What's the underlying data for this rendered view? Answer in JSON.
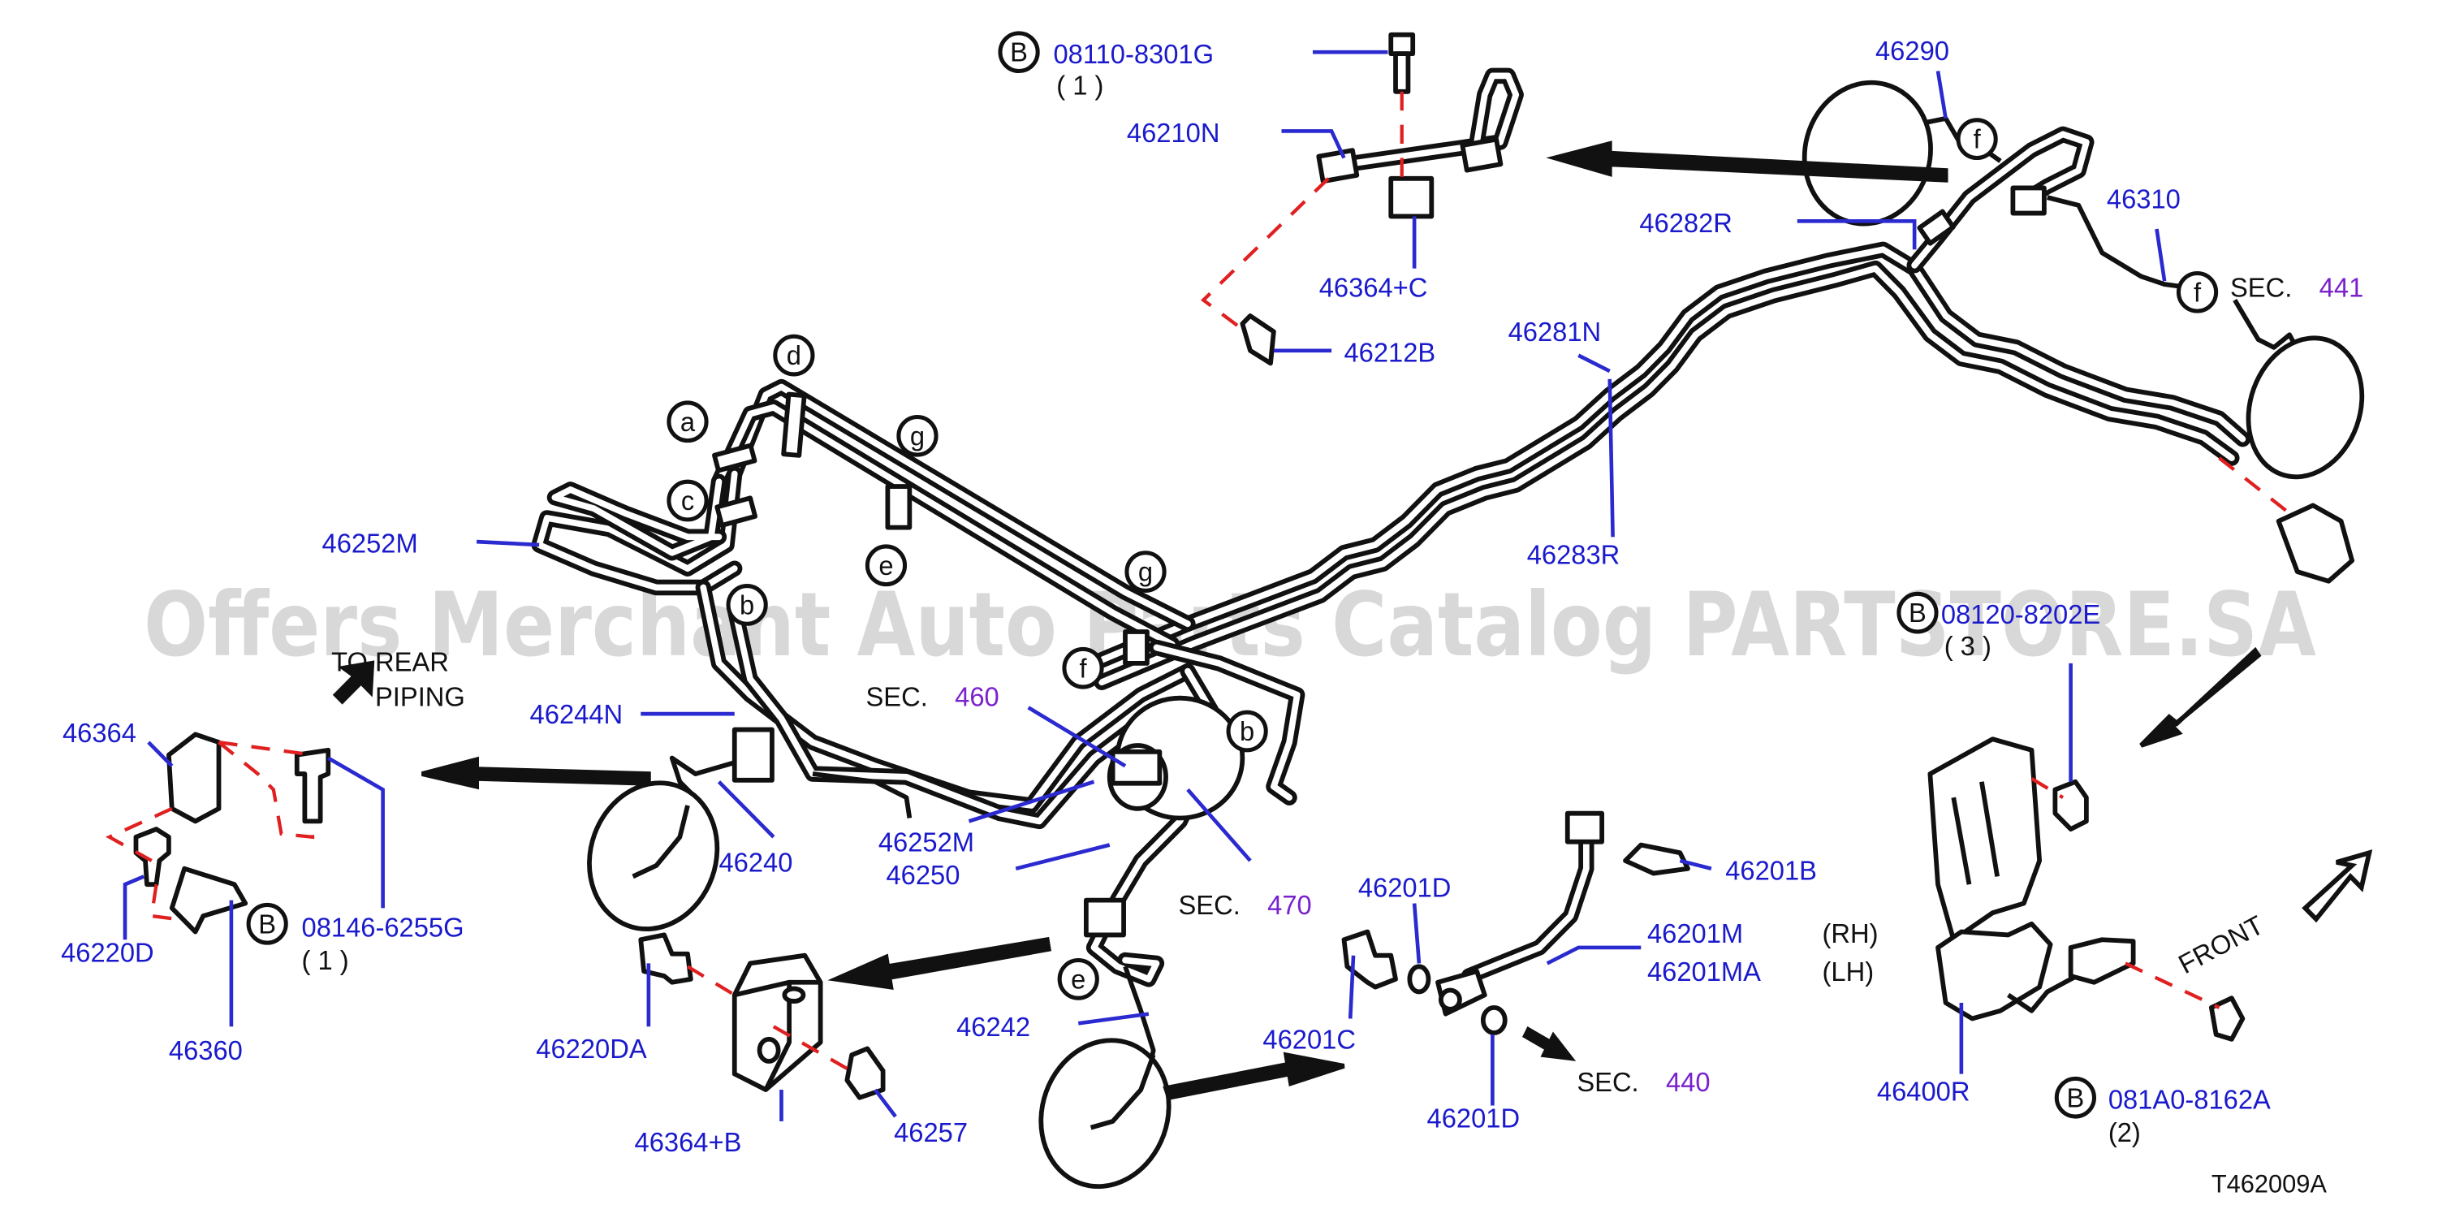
{
  "diagram_code": "T462009A",
  "watermark": "Offers Merchant Auto Parts Catalog PARTSTORE.SA",
  "bolt_marker": "B",
  "callouts": {
    "p08110_8301G": "08110-8301G",
    "qty_08110_8301G": "(  1  )",
    "p46210N": "46210N",
    "p46364C": "46364+C",
    "p46212B": "46212B",
    "p46290": "46290",
    "p46282R": "46282R",
    "p46310": "46310",
    "p46281N": "46281N",
    "p46283R": "46283R",
    "p46252M_top": "46252M",
    "p46244N": "46244N",
    "p46252M_mid": "46252M",
    "p46250": "46250",
    "p46240": "46240",
    "p46364": "46364",
    "p46220D": "46220D",
    "p46360": "46360",
    "p08146_6255G": "08146-6255G",
    "qty_08146_6255G": "(  1  )",
    "p46220DA": "46220DA",
    "p46364B": "46364+B",
    "p46257": "46257",
    "p46242": "46242",
    "p46201D_top": "46201D",
    "p46201C": "46201C",
    "p46201D_bottom": "46201D",
    "p46201B": "46201B",
    "p46201M": "46201M",
    "p46201MA": "46201MA",
    "p46400R": "46400R",
    "p081A0_8162A": "081A0-8162A",
    "qty_081A0_8162A": "(2)",
    "p08120_partial": "08120-8202E",
    "qty_08120": "(  3  )"
  },
  "sections": {
    "sec441": {
      "prefix": "SEC.",
      "num": "441"
    },
    "sec460": {
      "prefix": "SEC.",
      "num": "460"
    },
    "sec470": {
      "prefix": "SEC.",
      "num": "470"
    },
    "sec440": {
      "prefix": "SEC.",
      "num": "440"
    }
  },
  "side_labels": {
    "rh": "(RH)",
    "lh": "(LH)"
  },
  "notes": {
    "to_rear_line1": "TO  REAR",
    "to_rear_line2": "PIPING",
    "front": "FRONT"
  },
  "circle_refs": {
    "a": "a",
    "b": "b",
    "c": "c",
    "d": "d",
    "e": "e",
    "f": "f",
    "g": "g"
  },
  "colors": {
    "part_number": "#1a1acc",
    "section_number": "#7a22cc",
    "leader": "#2a2ad0",
    "dashed_guide": "#e02020",
    "watermark": "#c9c9c9"
  }
}
